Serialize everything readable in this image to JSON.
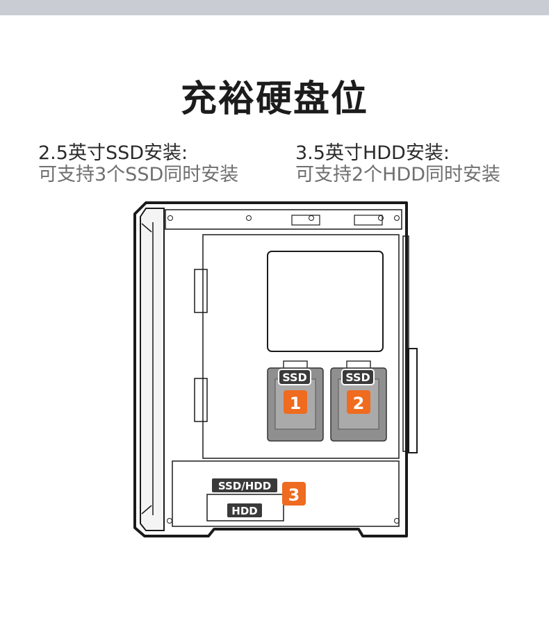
{
  "page": {
    "title": "充裕硬盘位"
  },
  "specs": {
    "ssd": {
      "heading": "2.5英寸SSD安装:",
      "detail": "可支持3个SSD同时安装"
    },
    "hdd": {
      "heading": "3.5英寸HDD安装:",
      "detail": "可支持2个HDD同时安装"
    }
  },
  "diagram": {
    "bay1_tag": "SSD",
    "bay1_number": "1",
    "bay2_tag": "SSD",
    "bay2_number": "2",
    "bay3_tag": "SSD/HDD",
    "bay3_sub_tag": "HDD",
    "bay3_number": "3",
    "accent_color": "#ee6b1f",
    "bay_fill_color": "#8f8f8f"
  }
}
